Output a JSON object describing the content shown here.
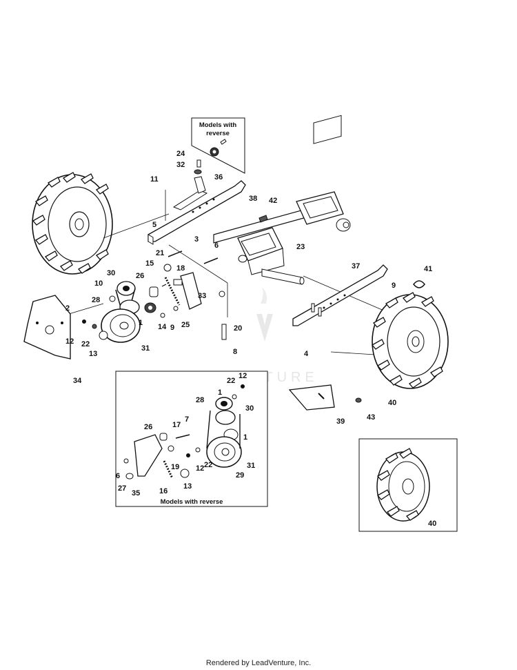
{
  "diagram": {
    "top_box_title": [
      "Models with",
      "reverse"
    ],
    "inset_box_title": "Models with reverse",
    "watermark": "LEADVENTURE",
    "footer": "Rendered by LeadVenture, Inc.",
    "colors": {
      "line": "#111111",
      "fill": "#ffffff",
      "shade": "#555555",
      "watermark": "#e6e6e6"
    },
    "callouts": [
      {
        "id": "c24",
        "label": "24"
      },
      {
        "id": "c32",
        "label": "32"
      },
      {
        "id": "c11",
        "label": "11"
      },
      {
        "id": "c36",
        "label": "36"
      },
      {
        "id": "c38",
        "label": "38"
      },
      {
        "id": "c42",
        "label": "42"
      },
      {
        "id": "c5",
        "label": "5"
      },
      {
        "id": "c23",
        "label": "23"
      },
      {
        "id": "c3",
        "label": "3"
      },
      {
        "id": "c6",
        "label": "6"
      },
      {
        "id": "c21",
        "label": "21"
      },
      {
        "id": "c15",
        "label": "15"
      },
      {
        "id": "c18",
        "label": "18"
      },
      {
        "id": "c30",
        "label": "30"
      },
      {
        "id": "c26",
        "label": "26"
      },
      {
        "id": "c37",
        "label": "37"
      },
      {
        "id": "c41",
        "label": "41"
      },
      {
        "id": "c10",
        "label": "10"
      },
      {
        "id": "c9a",
        "label": "9"
      },
      {
        "id": "c28",
        "label": "28"
      },
      {
        "id": "c2",
        "label": "2"
      },
      {
        "id": "c1",
        "label": "1"
      },
      {
        "id": "c14",
        "label": "14"
      },
      {
        "id": "c9b",
        "label": "9"
      },
      {
        "id": "c25",
        "label": "25"
      },
      {
        "id": "c33",
        "label": "33"
      },
      {
        "id": "c20",
        "label": "20"
      },
      {
        "id": "c12",
        "label": "12"
      },
      {
        "id": "c22",
        "label": "22"
      },
      {
        "id": "c13",
        "label": "13"
      },
      {
        "id": "c31",
        "label": "31"
      },
      {
        "id": "c8",
        "label": "8"
      },
      {
        "id": "c4",
        "label": "4"
      },
      {
        "id": "c34",
        "label": "34"
      },
      {
        "id": "c40a",
        "label": "40"
      },
      {
        "id": "c39",
        "label": "39"
      },
      {
        "id": "c43",
        "label": "43"
      },
      {
        "id": "i12",
        "label": "12"
      },
      {
        "id": "i22",
        "label": "22"
      },
      {
        "id": "i1a",
        "label": "1"
      },
      {
        "id": "i28",
        "label": "28"
      },
      {
        "id": "i30",
        "label": "30"
      },
      {
        "id": "i7",
        "label": "7"
      },
      {
        "id": "i26",
        "label": "26"
      },
      {
        "id": "i17",
        "label": "17"
      },
      {
        "id": "i1b",
        "label": "1"
      },
      {
        "id": "i6",
        "label": "6"
      },
      {
        "id": "i19",
        "label": "19"
      },
      {
        "id": "i12b",
        "label": "12"
      },
      {
        "id": "i22b",
        "label": "22"
      },
      {
        "id": "i31",
        "label": "31"
      },
      {
        "id": "i29",
        "label": "29"
      },
      {
        "id": "i27",
        "label": "27"
      },
      {
        "id": "i35",
        "label": "35"
      },
      {
        "id": "i16",
        "label": "16"
      },
      {
        "id": "i13",
        "label": "13"
      },
      {
        "id": "c40b",
        "label": "40"
      }
    ]
  }
}
